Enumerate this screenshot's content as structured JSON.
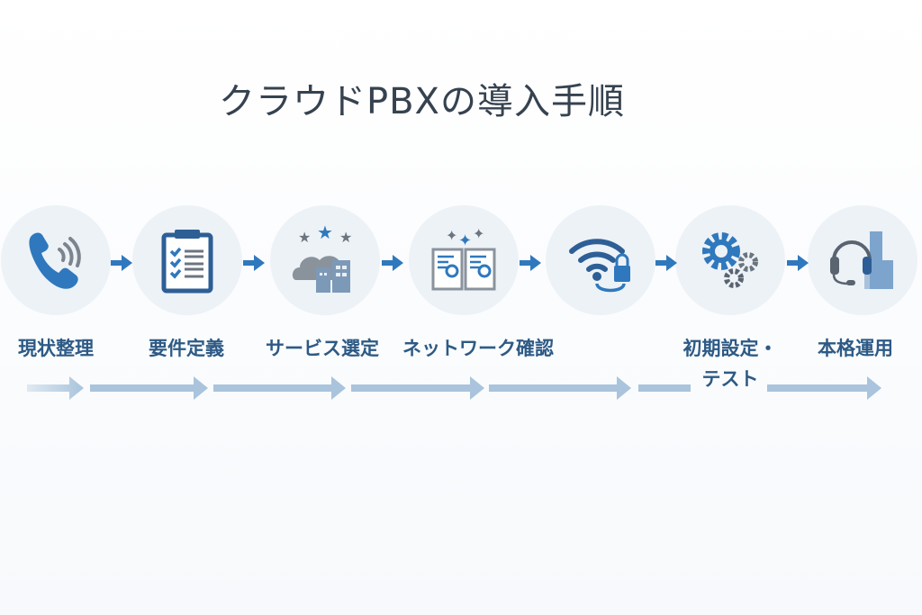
{
  "title": "クラウドPBXの導入手順",
  "colors": {
    "primary": "#2f78bd",
    "dark": "#2d5a85",
    "gray": "#6b7580",
    "circle": "#edf2f7",
    "flow_arrow": "#a9c4dc"
  },
  "steps": [
    {
      "label": "現状整理",
      "icon": "phone-icon"
    },
    {
      "label": "要件定義",
      "icon": "clipboard-checklist-icon"
    },
    {
      "label": "サービス選定",
      "icon": "cloud-buildings-stars-icon"
    },
    {
      "label": "ネットワーク確認",
      "icon": "documents-search-icon"
    },
    {
      "label": "",
      "icon": "wifi-lock-icon"
    },
    {
      "label": "初期設定・",
      "label2": "テスト",
      "icon": "gears-icon"
    },
    {
      "label": "本格運用",
      "icon": "headset-buildings-icon"
    }
  ]
}
